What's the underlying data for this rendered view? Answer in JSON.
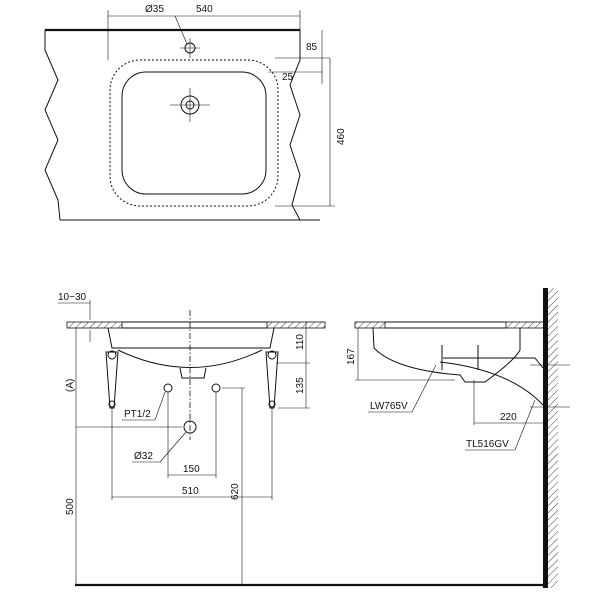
{
  "top_view": {
    "tap_hole": "Ø35",
    "width": "540",
    "tap_offset": "85",
    "rim": "25",
    "depth": "460"
  },
  "front_view": {
    "counter_thickness": "10~30",
    "height_ref": "(A)",
    "basin_depth": "110",
    "bracket_drop": "135",
    "supply": "PT1/2",
    "drain": "Ø32",
    "supply_spacing": "150",
    "bracket_spacing": "510",
    "supply_height": "620",
    "drain_height": "500"
  },
  "side_view": {
    "basin_height": "167",
    "basin_model": "LW765V",
    "bracket_depth": "220",
    "bracket_model": "TL516GV"
  }
}
